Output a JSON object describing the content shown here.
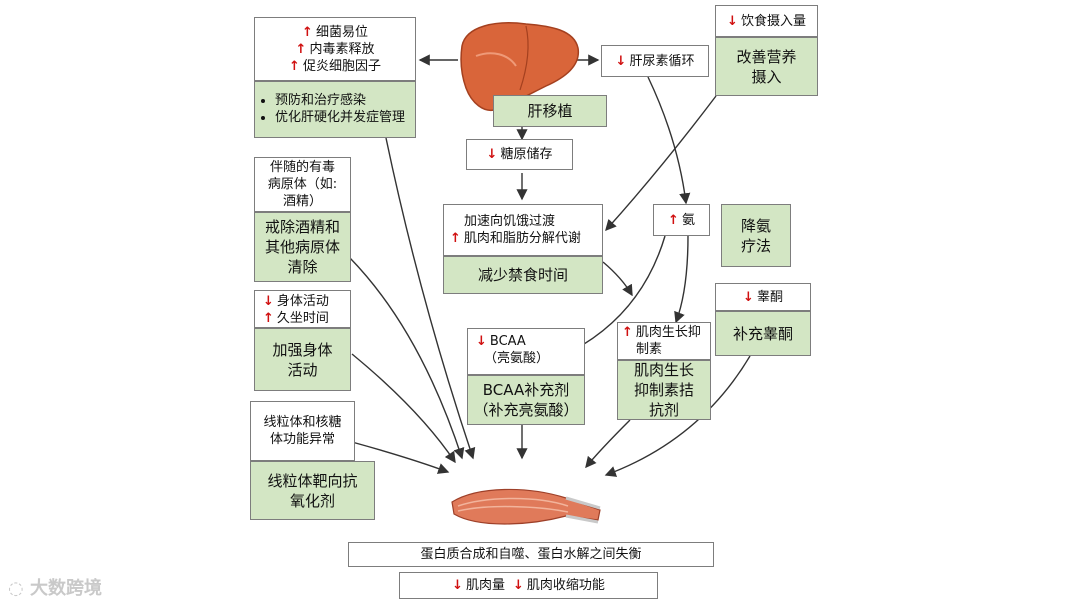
{
  "liver_box": {
    "lines": [
      "细菌易位",
      "内毒素释放",
      "促炎细胞因子"
    ],
    "bullets": [
      "预防和治疗感染",
      "优化肝硬化并发症管理"
    ]
  },
  "liver_transplant": "肝移植",
  "glycogen": "糖原储存",
  "urea_cycle": "肝尿素循环",
  "diet_box": {
    "top": "饮食摄入量",
    "bottom": [
      "改善营养",
      "摄入"
    ]
  },
  "alcohol_box": {
    "top": [
      "伴随的有毒",
      "病原体（如:",
      "酒精）"
    ],
    "bottom": [
      "戒除酒精和",
      "其他病原体",
      "清除"
    ]
  },
  "activity_box": {
    "top": [
      "身体活动",
      "久坐时间"
    ],
    "bottom": [
      "加强身体",
      "活动"
    ]
  },
  "mito_box": {
    "top": [
      "线粒体和核糖",
      "体功能异常"
    ],
    "bottom": [
      "线粒体靶向抗",
      "氧化剂"
    ]
  },
  "fasting_box": {
    "top": [
      "加速向饥饿过渡",
      "肌肉和脂肪分解代谢"
    ],
    "bottom": "减少禁食时间"
  },
  "ammonia_box": {
    "top": "氨",
    "side": [
      "降氨",
      "疗法"
    ]
  },
  "bcaa_box": {
    "top": [
      "BCAA",
      "（亮氨酸）"
    ],
    "bottom": [
      "BCAA补充剂",
      "（补充亮氨酸）"
    ]
  },
  "myostatin_box": {
    "top": [
      "肌肉生长抑",
      "制素"
    ],
    "bottom": [
      "肌肉生长",
      "抑制素拮",
      "抗剂"
    ]
  },
  "testosterone_box": {
    "top": "睾酮",
    "bottom": "补充睾酮"
  },
  "imbalance": "蛋白质合成和自噬、蛋白水解之间失衡",
  "outcome": {
    "a": "肌肉量",
    "b": "肌肉收缩功能"
  },
  "watermark": "大数跨境",
  "colors": {
    "green": "#d3e6c4",
    "red_arrow": "#d01010",
    "liver": "#d9653a",
    "muscle": "#e07a5a"
  }
}
